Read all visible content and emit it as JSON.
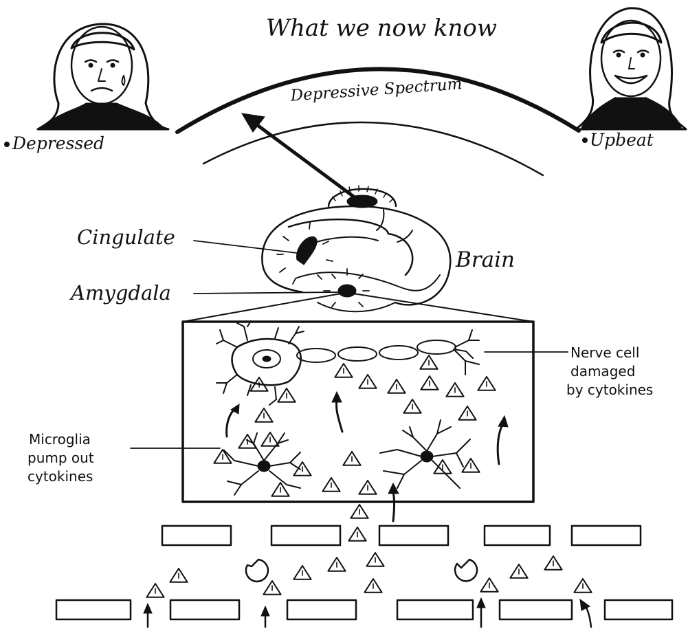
{
  "title": "What we now know",
  "spectrum": {
    "label": "Depressive Spectrum",
    "left_label": "Depressed",
    "right_label": "Upbeat"
  },
  "brain": {
    "label": "Brain",
    "regions": [
      "Cingulate",
      "Amygdala"
    ]
  },
  "cells": {
    "nerve_label_lines": [
      "Nerve cell",
      "damaged",
      "by cytokines"
    ],
    "microglia_label_lines": [
      "Microglia",
      "pump out",
      "cytokines"
    ]
  },
  "colors": {
    "ink": "#111111",
    "paper": "#ffffff"
  }
}
